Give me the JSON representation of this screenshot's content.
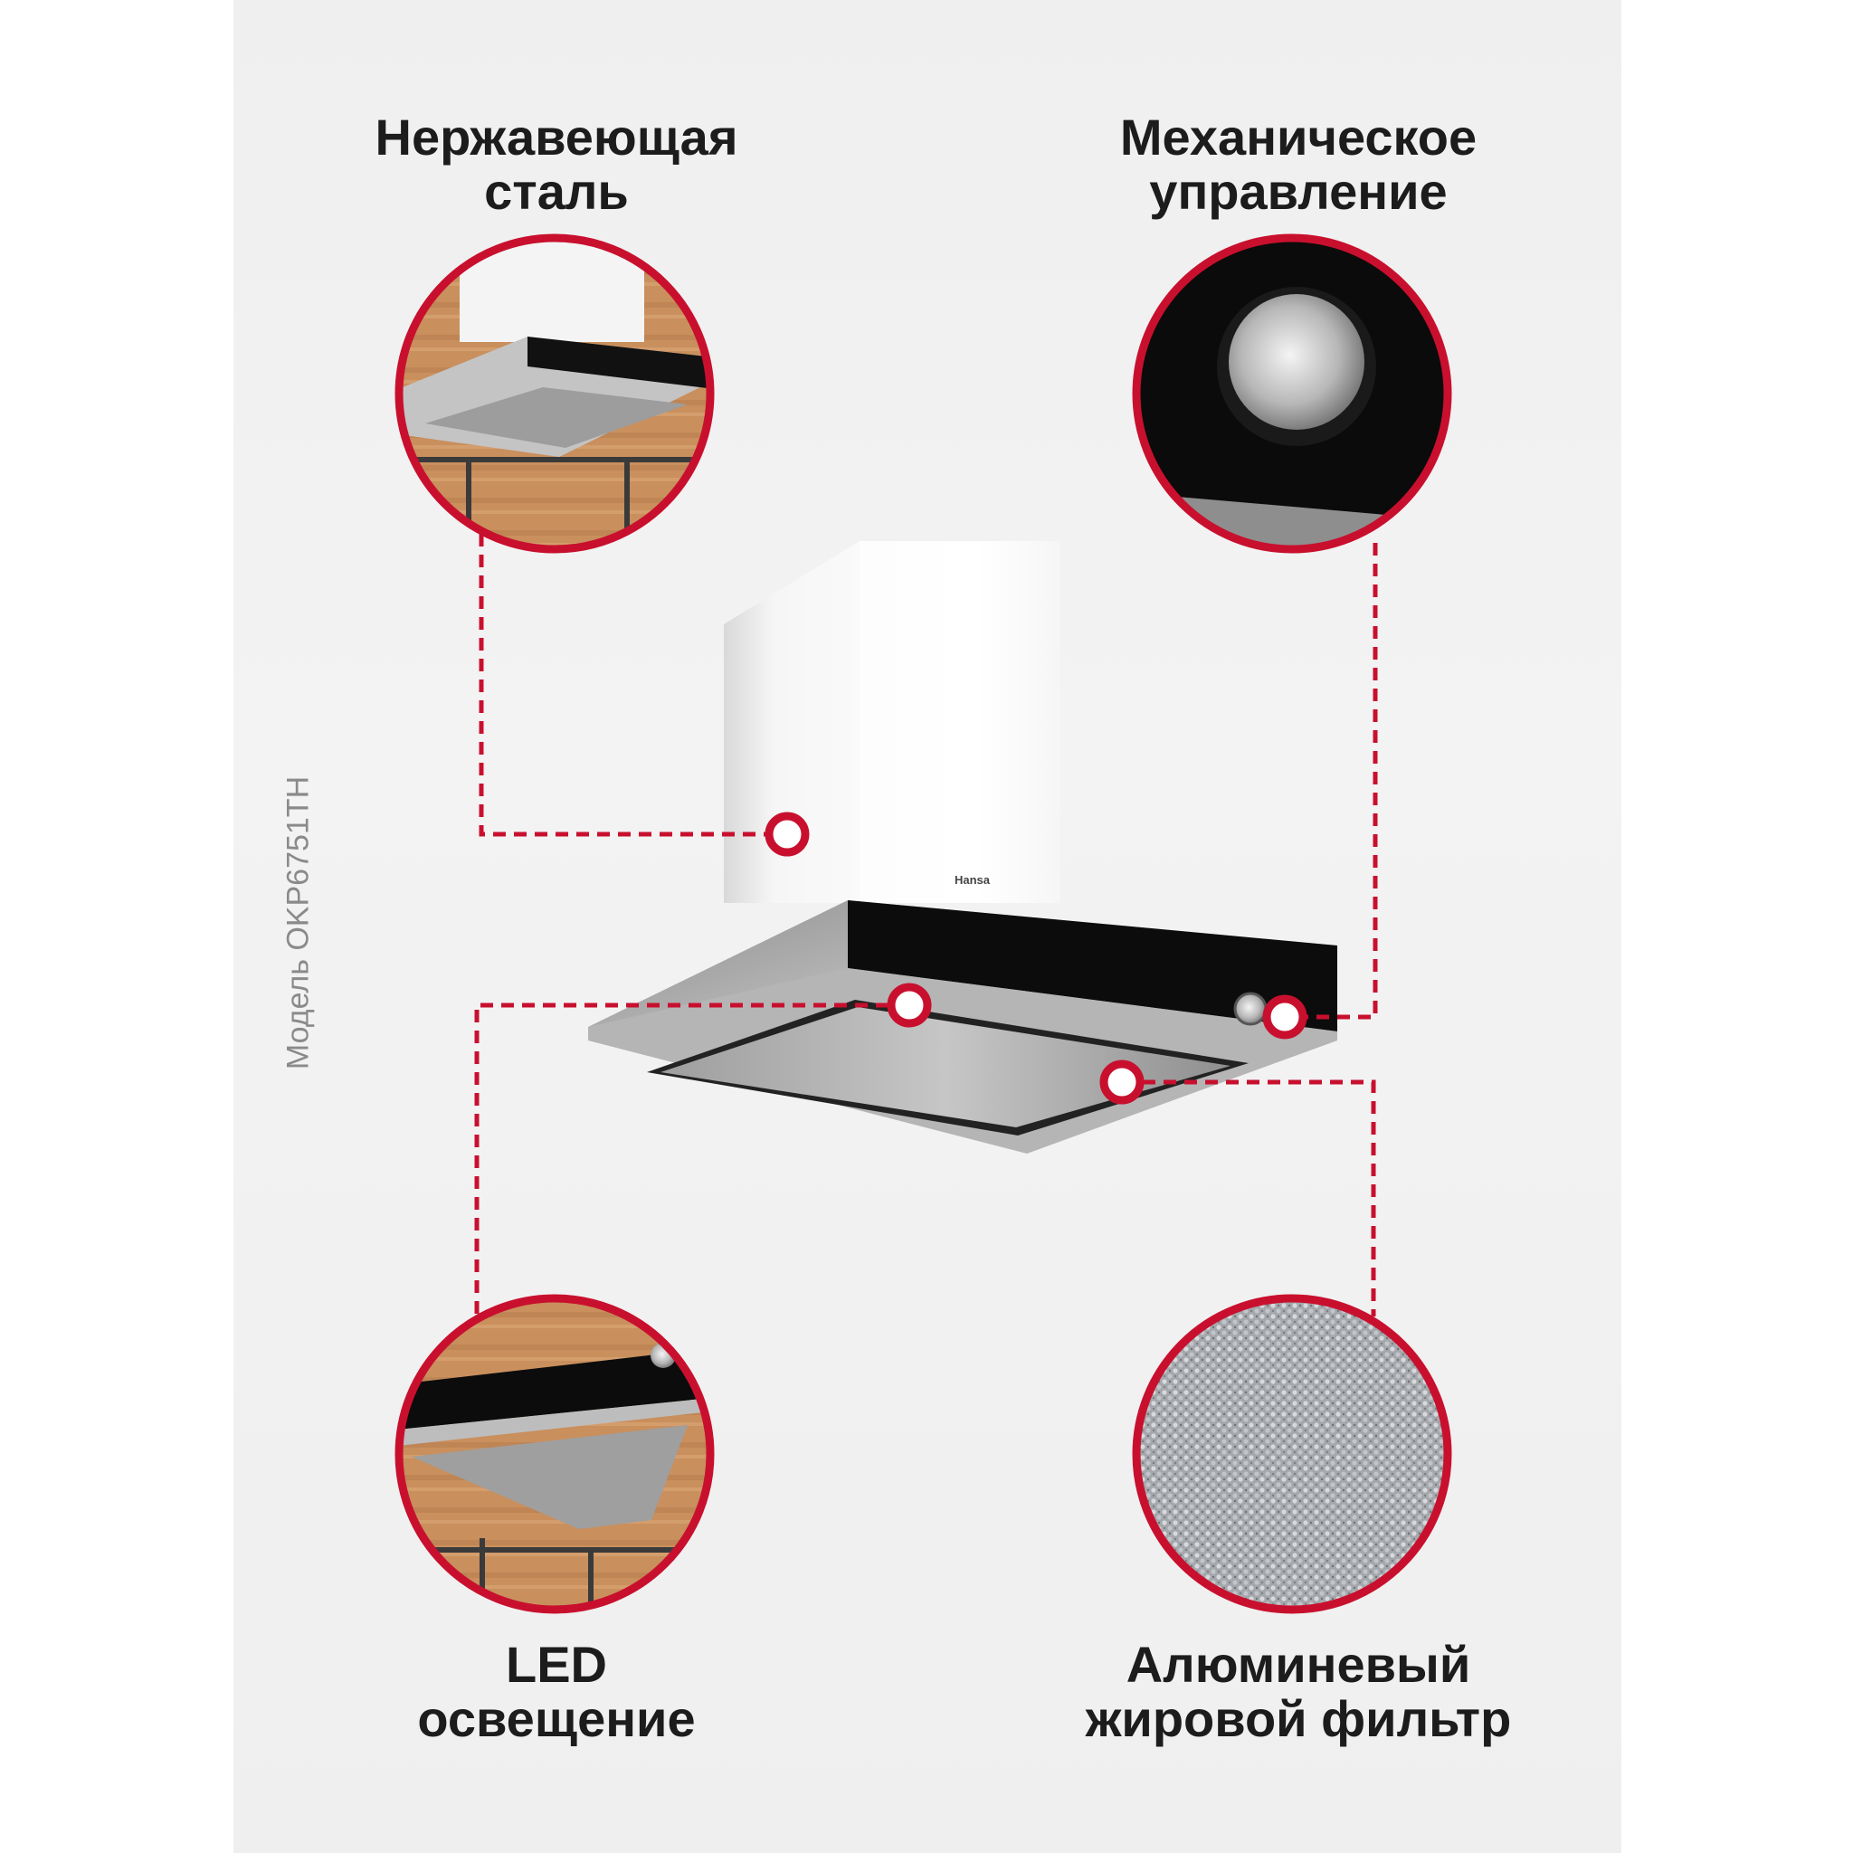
{
  "features": {
    "stainless_steel": {
      "title": "Нержавеющая\nсталь"
    },
    "mechanical_control": {
      "title": "Механическое\nуправление"
    },
    "led_lighting": {
      "title": "LED\nосвещение"
    },
    "aluminum_filter": {
      "title": "Алюминевый\nжировой фильтр"
    }
  },
  "model": {
    "caption": "Модель OKP6751TH"
  },
  "product": {
    "brand": "Hansa"
  },
  "colors": {
    "accent": "#c8102e",
    "panel": "#f0f0f0",
    "text": "#1c1c1c",
    "muted": "#8a8a8a"
  },
  "icons": [
    "hotspot-marker-icon"
  ]
}
